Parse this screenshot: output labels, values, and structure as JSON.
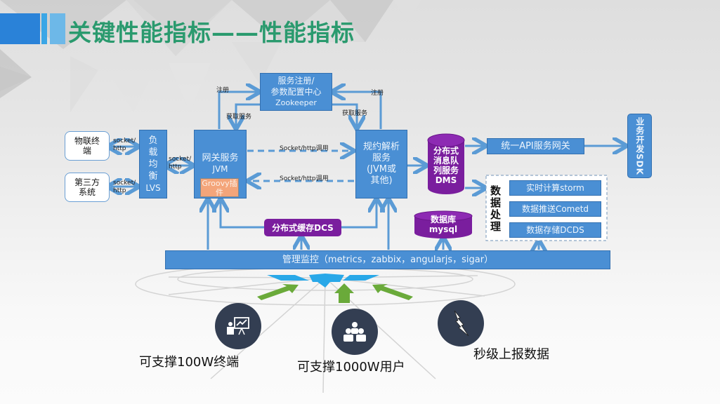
{
  "slide": {
    "title": "关键性能指标——性能指标"
  },
  "colors": {
    "title_green": "#2a9a6e",
    "box_blue": "#4a8fd4",
    "arrow_blue": "#5b9bd5",
    "purple": "#7a1e9e",
    "orange": "#f4a57a",
    "icon_dark": "#333e52",
    "arrow_green": "#6aaa3a"
  },
  "clients": {
    "iot_terminal": "物联终端",
    "third_party": "第三方系统"
  },
  "protocol_labels": {
    "iot_to_lb": "socket/\nhttp",
    "third_to_lb": "socket/\nhttp",
    "lb_to_gateway": "socket/\nhttp",
    "socket_call_forward": "Socket/http调用",
    "socket_call_back": "Socket/http调用"
  },
  "load_balancer": {
    "lines": [
      "负",
      "载",
      "均",
      "衡",
      "LVS"
    ]
  },
  "gateway": {
    "title": "网关服务",
    "subtitle": "JVM",
    "plugin": "Groovy插件"
  },
  "registry": {
    "line1": "服务注册/",
    "line2": "参数配置中心",
    "line3": "Zookeeper"
  },
  "registry_links": {
    "register_left": "注册",
    "fetch_left": "获取服务",
    "register_right": "注册",
    "fetch_right": "获取服务"
  },
  "parser": {
    "lines": [
      "规约解析",
      "服务",
      "(JVM或",
      "其他)"
    ]
  },
  "dms": {
    "lines": [
      "分布式",
      "消息队",
      "列服务",
      "DMS"
    ]
  },
  "api_gateway": "统一API服务网关",
  "sdk": "业务开发SDK",
  "data_processing": {
    "label": "数据处理",
    "items": [
      "实时计算storm",
      "数据推送Cometd",
      "数据存储DCDS"
    ]
  },
  "cache": "分布式缓存DCS",
  "database": {
    "line1": "数据库",
    "line2": "mysql"
  },
  "monitoring": "管理监控（metrics，zabbix，angularjs，sigar）",
  "capabilities": [
    {
      "icon": "presentation-chart-icon",
      "caption": "可支撑100W终端"
    },
    {
      "icon": "user-group-icon",
      "caption": "可支撑1000W用户"
    },
    {
      "icon": "lightning-icon",
      "caption": "秒级上报数据"
    }
  ]
}
